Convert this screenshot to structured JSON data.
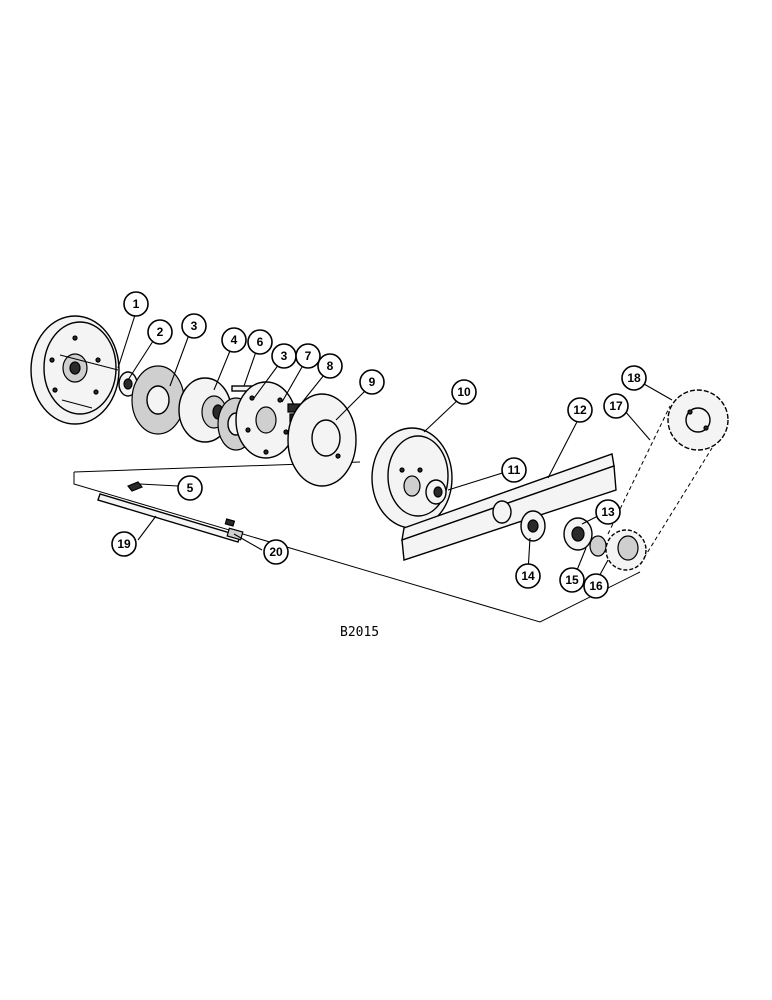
{
  "drawing_code": "B2015",
  "callouts": [
    "1",
    "2",
    "3",
    "4",
    "6",
    "3",
    "7",
    "8",
    "9",
    "10",
    "11",
    "12",
    "13",
    "14",
    "15",
    "16",
    "17",
    "18",
    "5",
    "19",
    "20"
  ]
}
